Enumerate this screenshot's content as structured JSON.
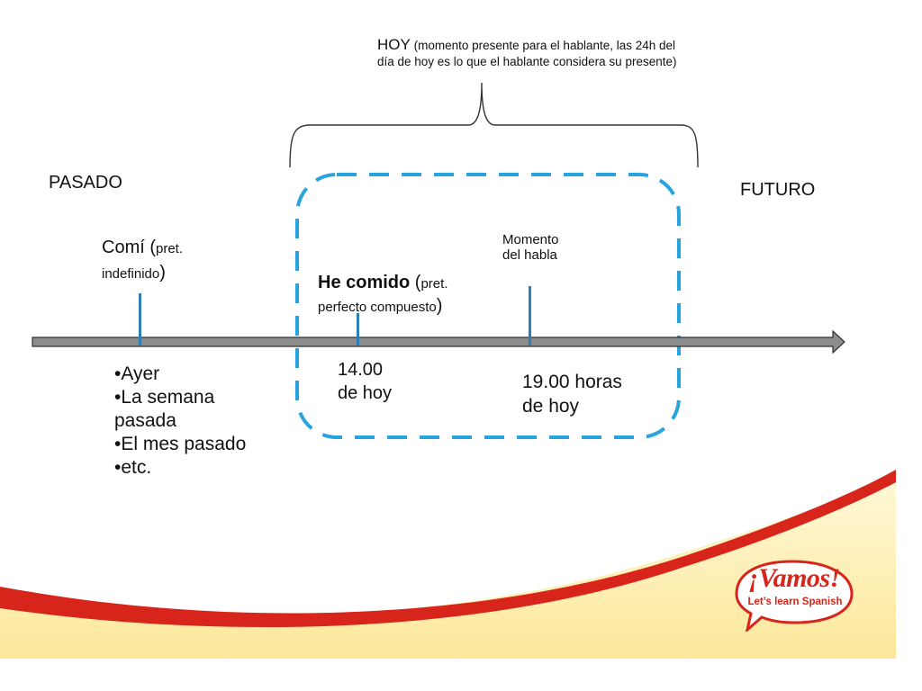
{
  "hoy": {
    "word": "HOY",
    "note": " (momento presente para el hablante, las 24h del día de hoy es lo que el hablante considera su presente)"
  },
  "pasado": "PASADO",
  "futuro": "FUTURO",
  "comi": {
    "main": "Comí (",
    "small": "pret. indefinido",
    "close": ")"
  },
  "he_comido": {
    "main": "He comido",
    "open": " (",
    "small": "pret. perfecto compuesto",
    "close": ")"
  },
  "momento": "Momento del habla",
  "time_1400": {
    "line1": "14.00",
    "line2": "de hoy"
  },
  "time_1900": {
    "line1": "19.00 horas",
    "line2": "de hoy"
  },
  "past_examples": [
    "Ayer",
    "La semana pasada",
    "El mes pasado",
    "etc."
  ],
  "logo": {
    "brand": "¡Vamos!",
    "tagline": "Let’s learn Spanish"
  },
  "colors": {
    "dashed_box": "#29a3dd",
    "arrow_fill": "#8c8c8c",
    "marker": "#2c7fb8",
    "swoosh_red": "#d7251b",
    "swoosh_yellow": "#fbe27a",
    "logo_red": "#d7251b"
  }
}
